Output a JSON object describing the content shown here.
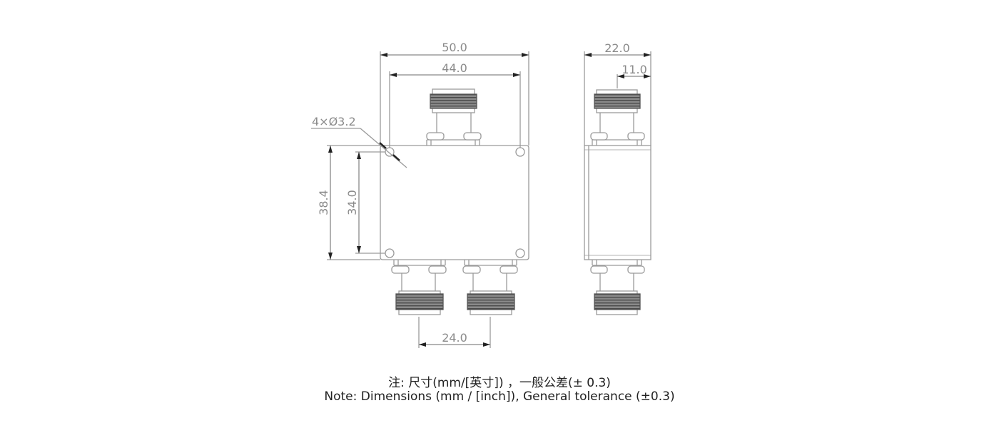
{
  "drawing": {
    "front_view": {
      "overall_width": "50.0",
      "hole_spacing_width": "44.0",
      "overall_height": "38.4",
      "hole_spacing_height": "34.0",
      "hole_callout": "4×Ø3.2",
      "output_connector_spacing": "24.0"
    },
    "side_view": {
      "overall_depth": "22.0",
      "connector_offset": "11.0"
    },
    "colors": {
      "line": "#9a9a9a",
      "dimension_text": "#8a8a8a",
      "thread": "#6f6f6f"
    }
  },
  "notes": {
    "chinese": "注: 尺寸(mm/[英寸]) ，一般公差(± 0.3)",
    "english": "Note: Dimensions (mm / [inch]), General tolerance (±0.3)"
  }
}
